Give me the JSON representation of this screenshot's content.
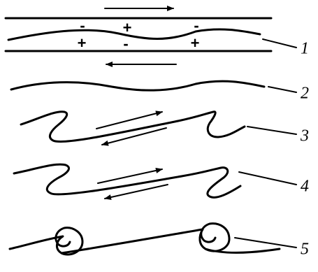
{
  "figure": {
    "stages": [
      {
        "label": "1"
      },
      {
        "label": "2"
      },
      {
        "label": "3"
      },
      {
        "label": "4"
      },
      {
        "label": "5"
      }
    ],
    "charges": {
      "top_row": [
        "-",
        "+",
        "-"
      ],
      "bottom_row": [
        "+",
        "-",
        "+"
      ]
    }
  },
  "colors": {
    "ink": "#000000",
    "background": "#ffffff"
  }
}
